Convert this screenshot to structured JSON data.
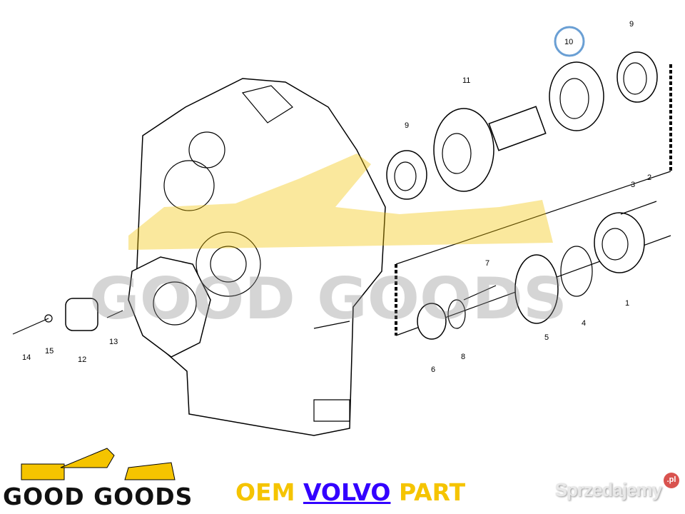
{
  "diagram": {
    "callouts": [
      "1",
      "2",
      "3",
      "4",
      "5",
      "6",
      "7",
      "8",
      "9",
      "9",
      "10",
      "11",
      "12",
      "13",
      "14",
      "15"
    ],
    "highlighted_callout": "10",
    "highlight_color": "#6a9fd4"
  },
  "watermark": {
    "text": "GOOD GOODS",
    "color": "#8a8a8a",
    "truck_color": "#f2c200"
  },
  "logo": {
    "text": "GOOD GOODS",
    "icon": "excavator-and-dump-truck-icon"
  },
  "caption": {
    "prefix": "OEM",
    "brand": "VOLVO",
    "suffix": "PART",
    "prefix_color": "#f5c400",
    "brand_color": "#3300ff"
  },
  "site_badge": {
    "text": "Sprzedajemy",
    "tld": ".pl"
  }
}
